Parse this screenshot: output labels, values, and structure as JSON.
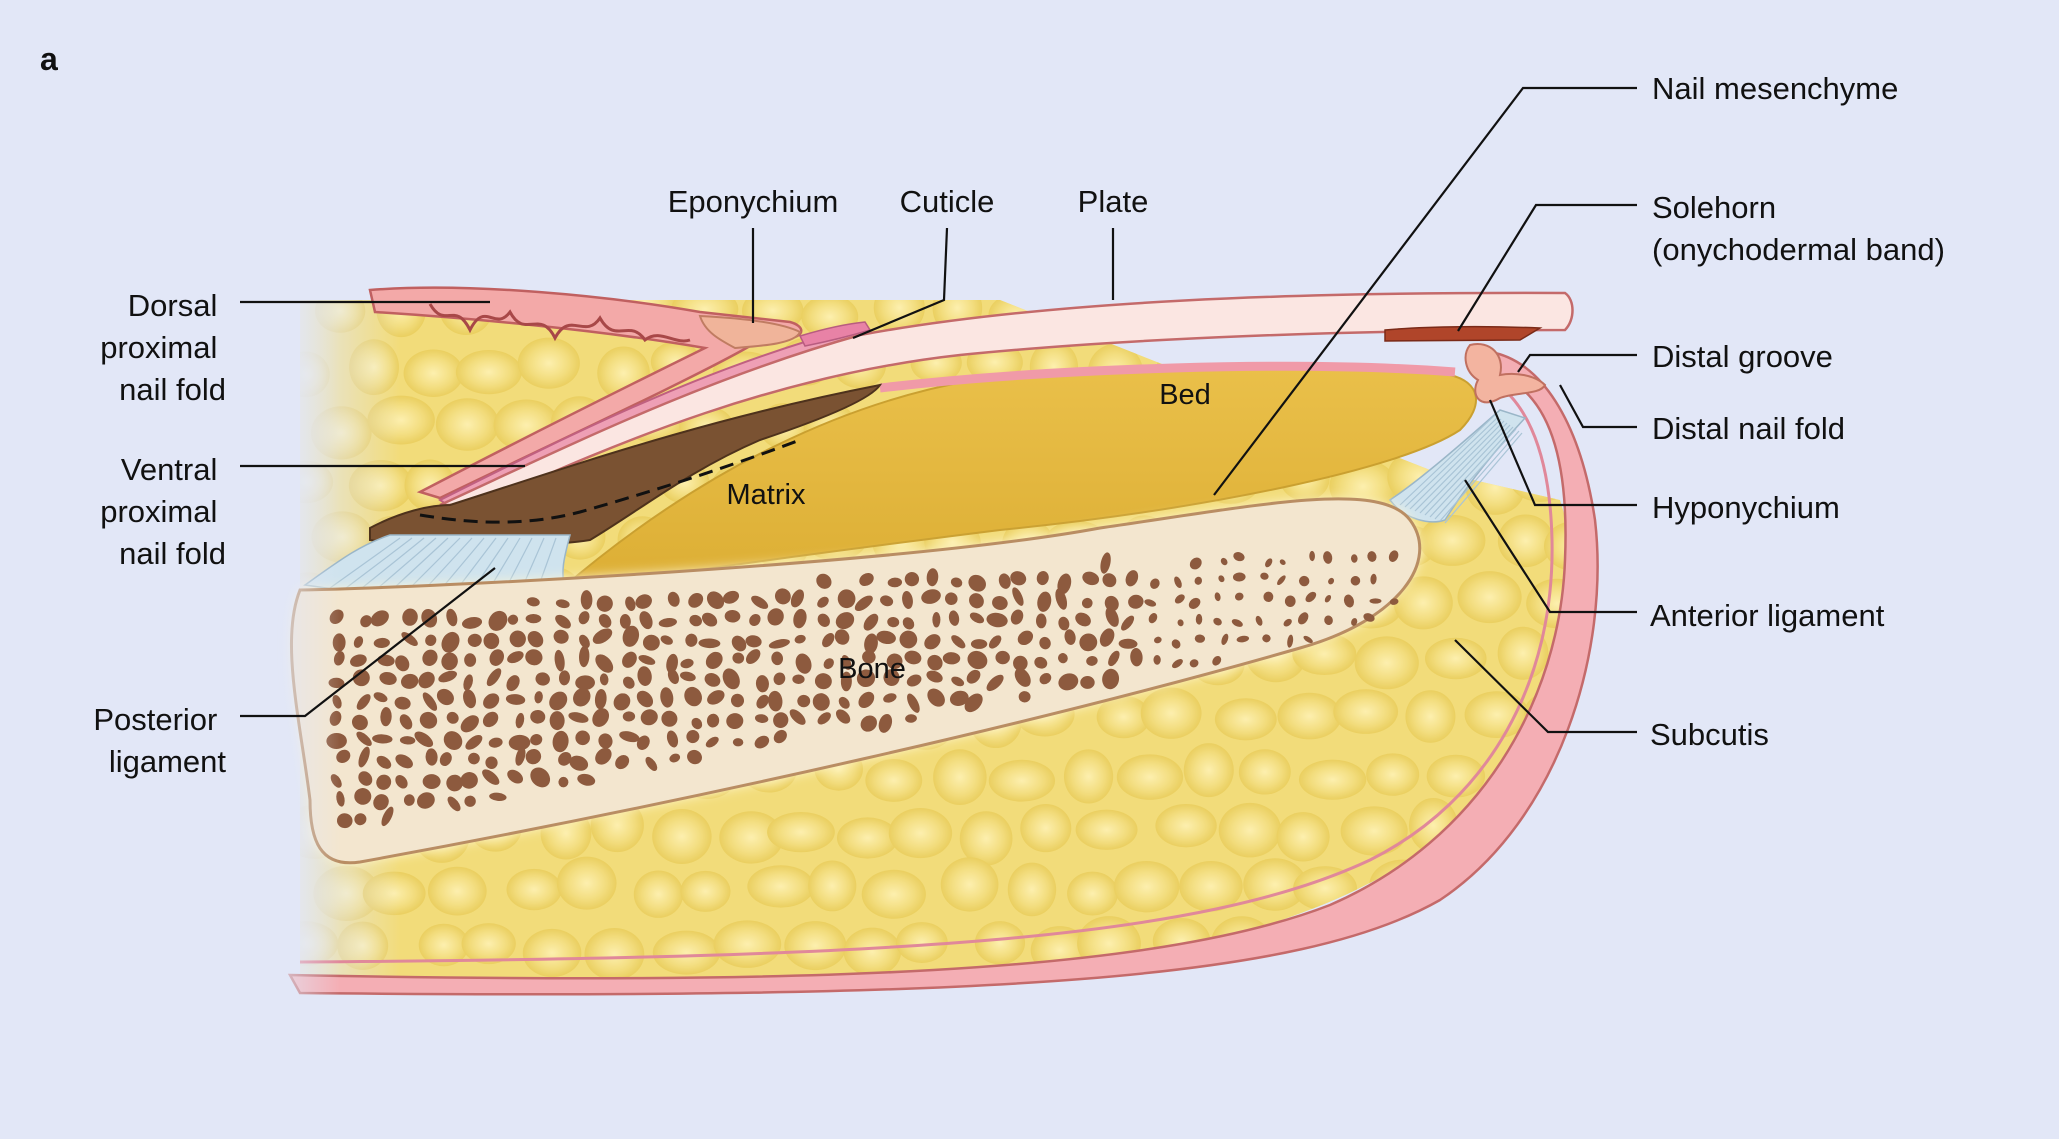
{
  "figure": {
    "panel_letter": "a",
    "labels": {
      "dorsal_proximal_nail_fold": [
        "Dorsal",
        "proximal",
        "nail fold"
      ],
      "ventral_proximal_nail_fold": [
        "Ventral",
        "proximal",
        "nail fold"
      ],
      "posterior_ligament": [
        "Posterior",
        "ligament"
      ],
      "eponychium": "Eponychium",
      "cuticle": "Cuticle",
      "plate": "Plate",
      "nail_mesenchyme": "Nail mesenchyme",
      "solehorn": [
        "Solehorn",
        "(onychodermal band)"
      ],
      "distal_groove": "Distal groove",
      "distal_nail_fold": "Distal nail fold",
      "hyponychium": "Hyponychium",
      "anterior_ligament": "Anterior ligament",
      "subcutis": "Subcutis",
      "bed": "Bed",
      "matrix": "Matrix",
      "bone": "Bone"
    },
    "colors": {
      "background": "#e2e7f7",
      "subcutis_fat": "#f2dc7a",
      "nail_bed": "#e4b83e",
      "nail_plate": "#fbe6e2",
      "skin_pink": "#f4aeb4",
      "matrix_brown": "#7a5232",
      "bone_fill": "#f3e6cf",
      "bone_pores": "#8d5a3e",
      "solehorn": "#b0452a",
      "ligament": "#cfe3ee"
    }
  }
}
